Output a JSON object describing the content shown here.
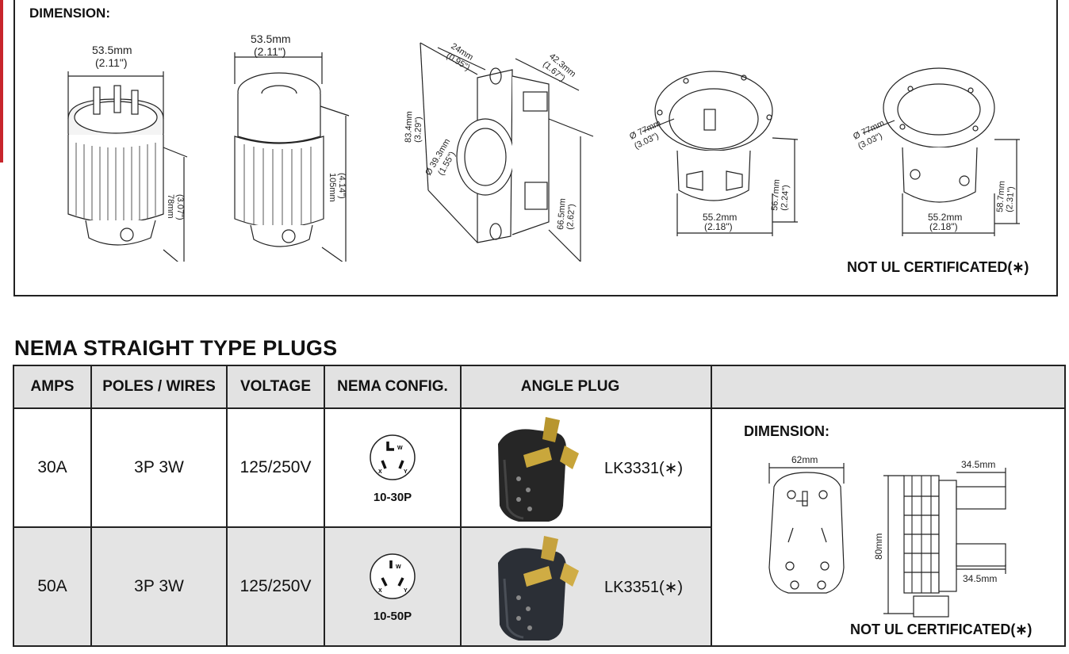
{
  "top_panel": {
    "label": "DIMENSION:",
    "note": "NOT UL CERTIFICATED(∗)",
    "plug": {
      "width_mm": "53.5mm",
      "width_in": "(2.11\")",
      "height_mm": "78mm",
      "height_in": "(3.07\")"
    },
    "connector": {
      "width_mm": "53.5mm",
      "width_in": "(2.11\")",
      "height_mm": "105mm",
      "height_in": "(4.14\")"
    },
    "receptacle": {
      "depth_mm": "24mm",
      "depth_in": "(0.95\")",
      "side_mm": "42.3mm",
      "side_in": "(1.67\")",
      "height_mm": "83.4mm",
      "height_in": "(3.29\")",
      "dia_mm": "Ø 39.3mm",
      "dia_in": "(1.55\")",
      "lower_mm": "66.5mm",
      "lower_in": "(2.62\")"
    },
    "inlet1": {
      "dia_mm": "Ø 77mm",
      "dia_in": "(3.03\")",
      "width_mm": "55.2mm",
      "width_in": "(2.18\")",
      "height_mm": "56.7mm",
      "height_in": "(2.24\")"
    },
    "inlet2": {
      "dia_mm": "Ø 77mm",
      "dia_in": "(3.03\")",
      "width_mm": "55.2mm",
      "width_in": "(2.18\")",
      "height_mm": "58.7mm",
      "height_in": "(2.31\")"
    }
  },
  "section_title": "NEMA STRAIGHT TYPE PLUGS",
  "table": {
    "headers": [
      "AMPS",
      "POLES / WIRES",
      "VOLTAGE",
      "NEMA CONFIG.",
      "ANGLE PLUG",
      ""
    ],
    "rows": [
      {
        "amps": "30A",
        "poles": "3P 3W",
        "voltage": "125/250V",
        "config": "10-30P",
        "model": "LK3331(∗)"
      },
      {
        "amps": "50A",
        "poles": "3P 3W",
        "voltage": "125/250V",
        "config": "10-50P",
        "model": "LK3351(∗)"
      }
    ],
    "config_pins": {
      "w": "W",
      "x": "X",
      "y": "Y"
    }
  },
  "side_panel": {
    "label": "DIMENSION:",
    "width": "62mm",
    "height": "80mm",
    "blade_top": "34.5mm",
    "blade_bottom": "34.5mm",
    "note": "NOT UL CERTIFICATED(∗)"
  }
}
